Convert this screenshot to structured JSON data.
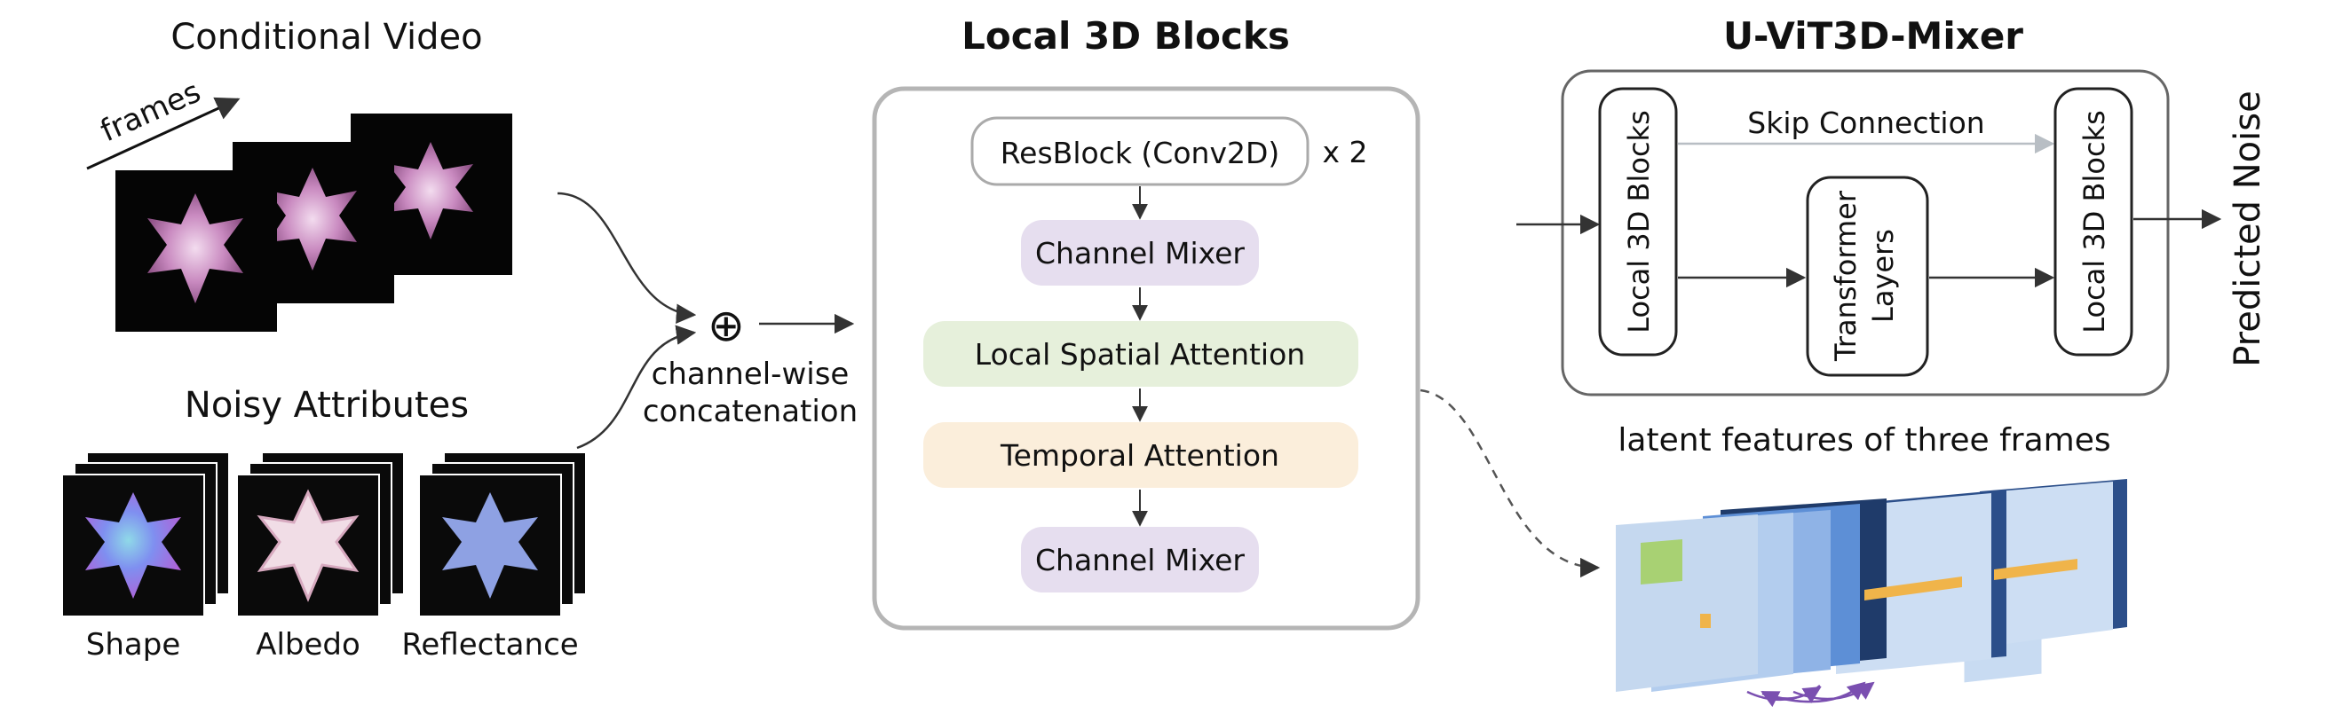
{
  "left": {
    "conditional_title": "Conditional Video",
    "frames_label": "frames",
    "noisy_title": "Noisy Attributes",
    "attr_labels": [
      "Shape",
      "Albedo",
      "Reflectance"
    ],
    "concat_symbol": "⊕",
    "concat_label_1": "channel-wise",
    "concat_label_2": "concatenation"
  },
  "local_blocks": {
    "title": "Local 3D Blocks",
    "resblock": "ResBlock (Conv2D)",
    "repeat": "x 2",
    "mixer_1": "Channel Mixer",
    "spatial": "Local Spatial Attention",
    "temporal": "Temporal Attention",
    "mixer_2": "Channel Mixer"
  },
  "mixer": {
    "title": "U-ViT3D-Mixer",
    "skip": "Skip Connection",
    "left_block": "Local 3D Blocks",
    "transformer_1": "Transformer",
    "transformer_2": "Layers",
    "right_block": "Local 3D Blocks",
    "output": "Predicted Noise"
  },
  "latent": {
    "title": "latent features of three frames"
  },
  "colors": {
    "mixer_fill": "#e6deef",
    "spatial_fill": "#e6f0db",
    "temporal_fill": "#fbeedb",
    "arrow": "#333333",
    "skip_arrow": "#b8bec4",
    "cube_light": "#c5d8ef",
    "cube_mid": "#8fb3e6",
    "cube_dark": "#1f3b6a",
    "orange": "#f0b44a",
    "green": "#a8d173",
    "purple_arrow": "#7a4fb0"
  }
}
